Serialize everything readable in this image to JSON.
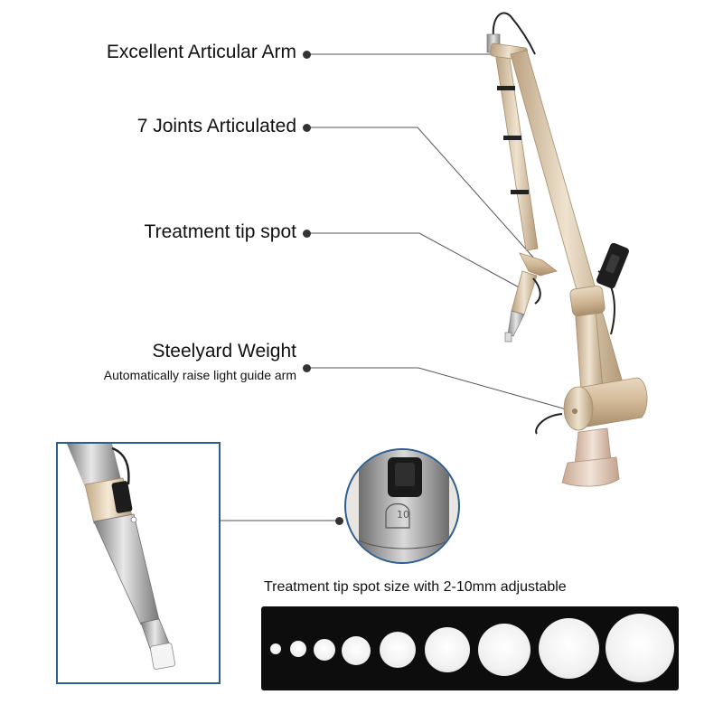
{
  "callouts": [
    {
      "label": "Excellent Articular Arm"
    },
    {
      "label": "7 Joints Articulated"
    },
    {
      "label": "Treatment tip spot"
    },
    {
      "label": "Steelyard Weight",
      "sublabel": "Automatically raise light guide arm"
    }
  ],
  "zoom": {
    "number": "10"
  },
  "spot_size": {
    "caption": "Treatment tip spot size with 2-10mm adjustable",
    "count": 9
  },
  "colors": {
    "frame_border": "#2e5d8e",
    "arm_gold": "#d8c3a5",
    "steel": "#b9b9b9",
    "panel_bg": "#0d0d0d",
    "spot_white": "#ffffff"
  }
}
